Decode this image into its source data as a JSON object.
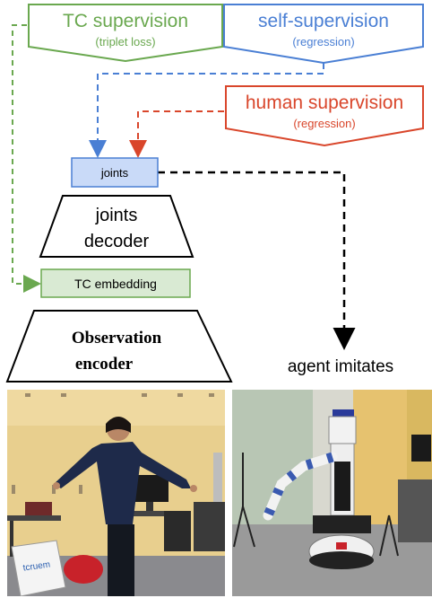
{
  "supervision": {
    "tc": {
      "title": "TC supervision",
      "subtitle": "(triplet loss)",
      "color": "#6aa84f"
    },
    "self": {
      "title": "self-supervision",
      "subtitle": "(regression)",
      "color": "#4a7fd4"
    },
    "human": {
      "title": "human supervision",
      "subtitle": "(regression)",
      "color": "#d9462b"
    }
  },
  "nodes": {
    "joints": "joints",
    "joints_decoder_line1": "joints",
    "joints_decoder_line2": "decoder",
    "tc_embedding": "TC embedding",
    "observation_line1": "Observation",
    "observation_line2": "encoder",
    "agent_imitates": "agent imitates"
  },
  "photos": {
    "human_demo": {
      "poster_text": "tcruem"
    },
    "robot_agent": {}
  },
  "colors": {
    "joints_fill": "#c9daf8",
    "joints_stroke": "#4a7fd4",
    "embedding_fill": "#d9ead3",
    "embedding_stroke": "#6aa84f",
    "black_arrow": "#000000"
  }
}
